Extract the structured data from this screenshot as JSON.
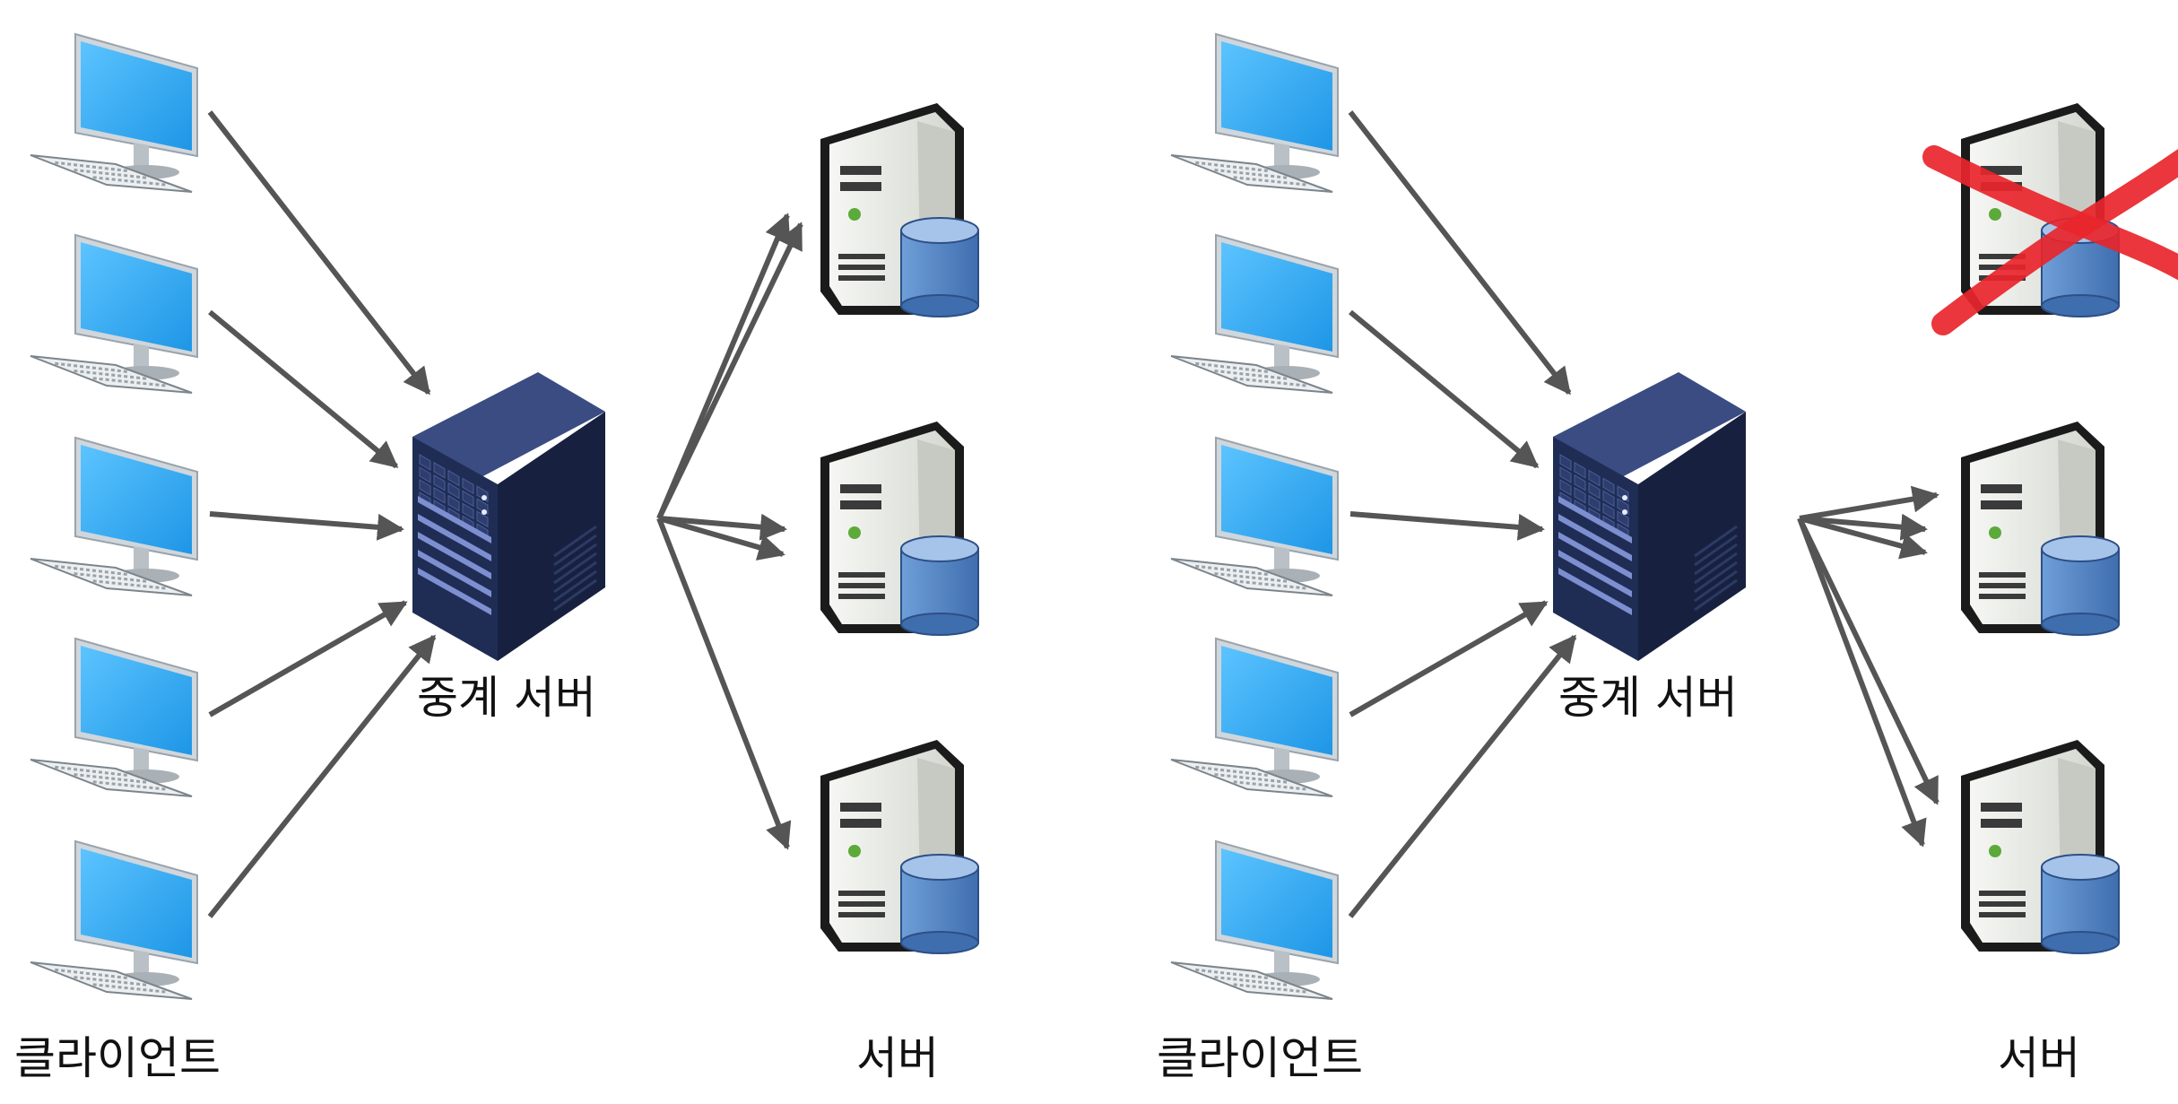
{
  "panels": [
    {
      "client_label": "클라이언트",
      "relay_label": "중계 서버",
      "server_label": "서버",
      "clients": 5,
      "servers": [
        {
          "failed": false,
          "connections": 2
        },
        {
          "failed": false,
          "connections": 2
        },
        {
          "failed": false,
          "connections": 1
        }
      ]
    },
    {
      "client_label": "클라이언트",
      "relay_label": "중계 서버",
      "server_label": "서버",
      "clients": 5,
      "servers": [
        {
          "failed": true,
          "connections": 0
        },
        {
          "failed": false,
          "connections": 3
        },
        {
          "failed": false,
          "connections": 2
        }
      ]
    }
  ],
  "colors": {
    "arrow": "#555555",
    "monitor_screen": "#2aa8f0",
    "relay_server": "#1f2d55",
    "server_body": "#e9ebe7",
    "database": "#4f7fc0",
    "failure_cross": "#e8252b"
  }
}
